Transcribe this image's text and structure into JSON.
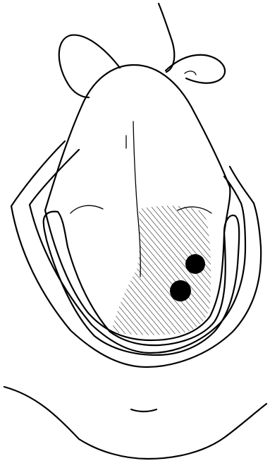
{
  "figure": {
    "subject": "tongue-with-lesion-diagram",
    "colors": {
      "ink": "#000000",
      "paper": "#ffffff"
    },
    "marks": {
      "dot_count": 2,
      "hatched_region": "right-half-of-tongue"
    }
  }
}
